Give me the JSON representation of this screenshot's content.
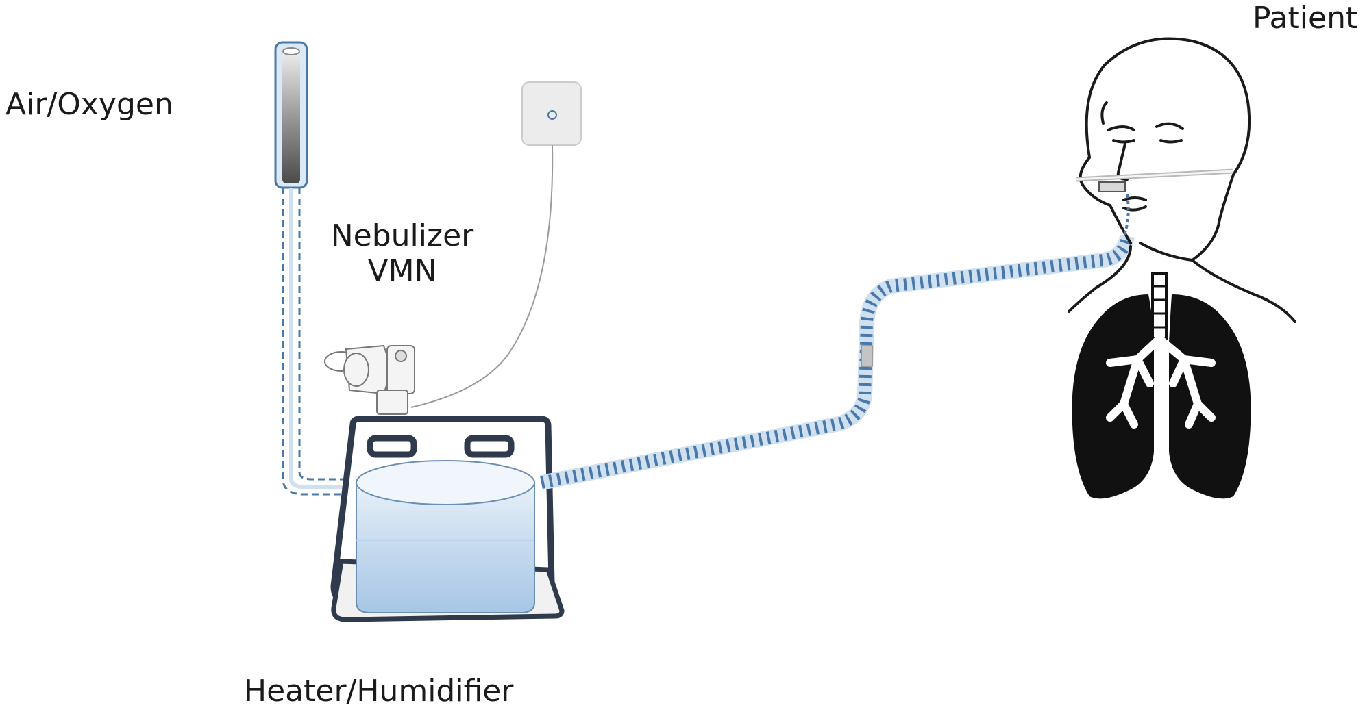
{
  "labels": {
    "air_oxygen": "Air/Oxygen",
    "nebulizer_line1": "Nebulizer",
    "nebulizer_line2": "VMN",
    "heater_humidifier": "Heater/Humidifier",
    "patient": "Patient"
  },
  "colors": {
    "tube_blue": "#4a78a8",
    "tube_light": "#cfe0f0",
    "water": "#a9c8e8",
    "chamber_frame": "#2f3a4c",
    "lungs": "#111111",
    "outline": "#1a1a1a",
    "controller_box": "#e6e6e6"
  },
  "icons": [
    "flowmeter-icon",
    "nebulizer-controller-icon",
    "nebulizer-device-icon",
    "humidifier-chamber-icon",
    "patient-head-icon",
    "lungs-icon",
    "nasal-cannula-icon"
  ]
}
